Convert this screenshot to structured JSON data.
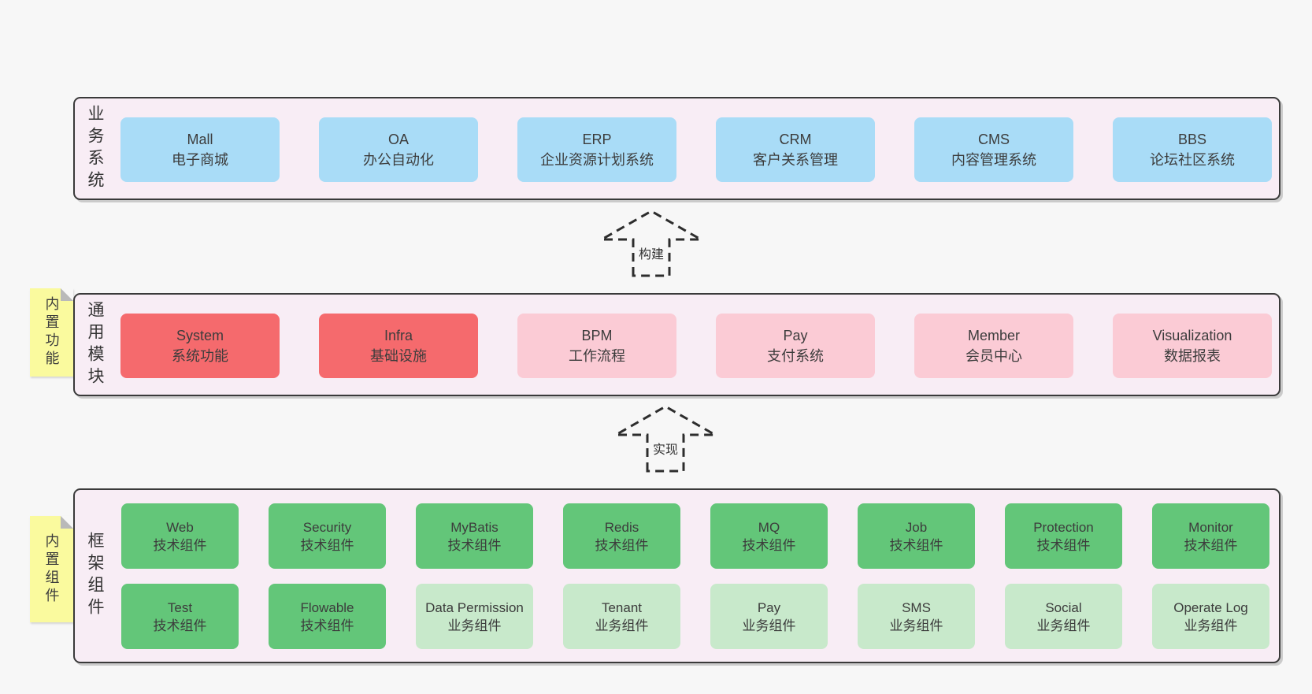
{
  "colors": {
    "page_bg": "#f7f7f7",
    "panel_bg": "#f8edf5",
    "panel_border": "#3a3a3a",
    "blue": "#a9dcf7",
    "red": "#f56a6d",
    "pink": "#fbcbd5",
    "green_dark": "#63c679",
    "green_light": "#c8e9cb",
    "sticky_yellow": "#fafa9e",
    "sticky_fold": "#b9b9b9",
    "text": "#3c3c3c"
  },
  "business": {
    "label": "业务系统",
    "boxes": [
      {
        "title": "Mall",
        "subtitle": "电子商城",
        "variant": "blue"
      },
      {
        "title": "OA",
        "subtitle": "办公自动化",
        "variant": "blue"
      },
      {
        "title": "ERP",
        "subtitle": "企业资源计划系统",
        "variant": "blue"
      },
      {
        "title": "CRM",
        "subtitle": "客户关系管理",
        "variant": "blue"
      },
      {
        "title": "CMS",
        "subtitle": "内容管理系统",
        "variant": "blue"
      },
      {
        "title": "BBS",
        "subtitle": "论坛社区系统",
        "variant": "blue"
      }
    ]
  },
  "arrow_build": {
    "label": "构建"
  },
  "modules": {
    "sticky": "内置功能",
    "label": "通用模块",
    "boxes": [
      {
        "title": "System",
        "subtitle": "系统功能",
        "variant": "red"
      },
      {
        "title": "Infra",
        "subtitle": "基础设施",
        "variant": "red"
      },
      {
        "title": "BPM",
        "subtitle": "工作流程",
        "variant": "pink"
      },
      {
        "title": "Pay",
        "subtitle": "支付系统",
        "variant": "pink"
      },
      {
        "title": "Member",
        "subtitle": "会员中心",
        "variant": "pink"
      },
      {
        "title": "Visualization",
        "subtitle": "数据报表",
        "variant": "pink"
      }
    ]
  },
  "arrow_implement": {
    "label": "实现"
  },
  "components": {
    "sticky": "内置组件",
    "label": "框架组件",
    "row1": [
      {
        "title": "Web",
        "subtitle": "技术组件",
        "variant": "tech"
      },
      {
        "title": "Security",
        "subtitle": "技术组件",
        "variant": "tech"
      },
      {
        "title": "MyBatis",
        "subtitle": "技术组件",
        "variant": "tech"
      },
      {
        "title": "Redis",
        "subtitle": "技术组件",
        "variant": "tech"
      },
      {
        "title": "MQ",
        "subtitle": "技术组件",
        "variant": "tech"
      },
      {
        "title": "Job",
        "subtitle": "技术组件",
        "variant": "tech"
      },
      {
        "title": "Protection",
        "subtitle": "技术组件",
        "variant": "tech"
      },
      {
        "title": "Monitor",
        "subtitle": "技术组件",
        "variant": "tech"
      }
    ],
    "row2": [
      {
        "title": "Test",
        "subtitle": "技术组件",
        "variant": "tech"
      },
      {
        "title": "Flowable",
        "subtitle": "技术组件",
        "variant": "tech"
      },
      {
        "title": "Data Permission",
        "subtitle": "业务组件",
        "variant": "biz"
      },
      {
        "title": "Tenant",
        "subtitle": "业务组件",
        "variant": "biz"
      },
      {
        "title": "Pay",
        "subtitle": "业务组件",
        "variant": "biz"
      },
      {
        "title": "SMS",
        "subtitle": "业务组件",
        "variant": "biz"
      },
      {
        "title": "Social",
        "subtitle": "业务组件",
        "variant": "biz"
      },
      {
        "title": "Operate Log",
        "subtitle": "业务组件",
        "variant": "biz"
      }
    ]
  }
}
